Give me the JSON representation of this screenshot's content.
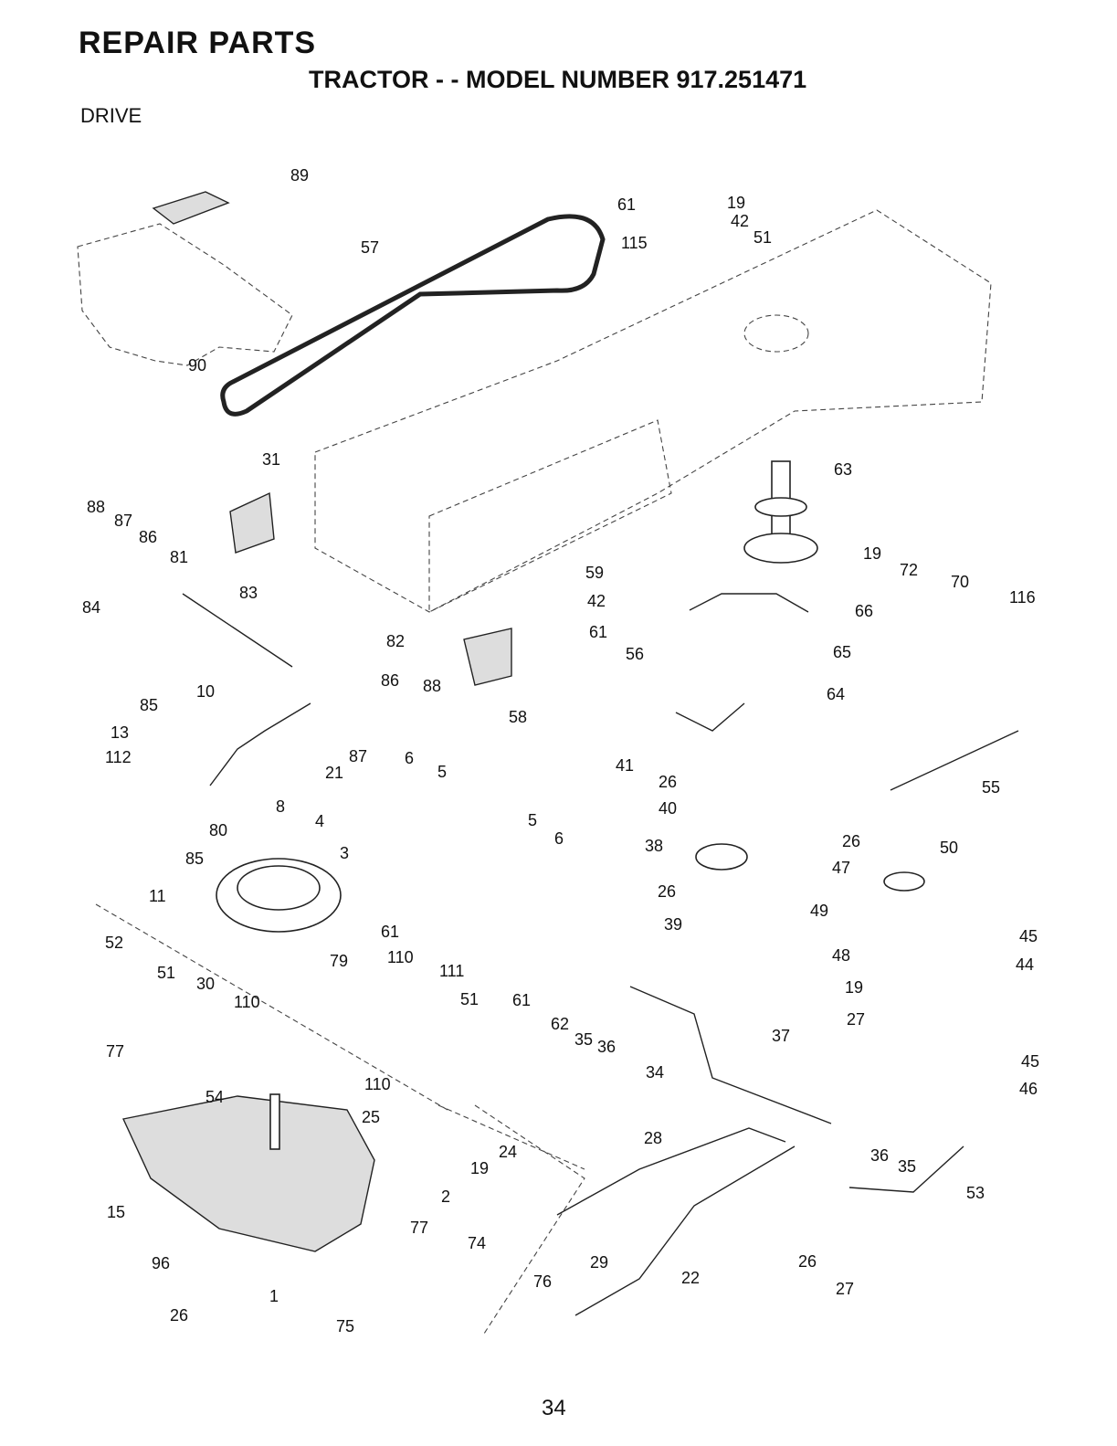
{
  "header": {
    "title": "REPAIR PARTS",
    "subtitle": "TRACTOR - - MODEL NUMBER 917.251471",
    "section": "DRIVE"
  },
  "page_number": "34",
  "callouts": [
    "89",
    "61",
    "19",
    "42",
    "51",
    "57",
    "115",
    "90",
    "31",
    "63",
    "88",
    "87",
    "86",
    "81",
    "83",
    "19",
    "72",
    "70",
    "116",
    "84",
    "59",
    "42",
    "66",
    "82",
    "61",
    "56",
    "65",
    "86",
    "64",
    "85",
    "88",
    "58",
    "10",
    "13",
    "87",
    "21",
    "6",
    "5",
    "112",
    "41",
    "26",
    "55",
    "8",
    "40",
    "80",
    "4",
    "5",
    "6",
    "26",
    "50",
    "3",
    "38",
    "47",
    "85",
    "11",
    "61",
    "26",
    "49",
    "45",
    "39",
    "52",
    "110",
    "111",
    "48",
    "44",
    "79",
    "51",
    "30",
    "51",
    "61",
    "19",
    "110",
    "62",
    "35",
    "36",
    "27",
    "77",
    "37",
    "45",
    "46",
    "34",
    "110",
    "54",
    "25",
    "24",
    "19",
    "28",
    "36",
    "35",
    "53",
    "2",
    "15",
    "77",
    "74",
    "29",
    "96",
    "22",
    "26",
    "1",
    "76",
    "27",
    "26",
    "75"
  ],
  "colors": {
    "ink": "#222222",
    "paper": "#ffffff"
  }
}
